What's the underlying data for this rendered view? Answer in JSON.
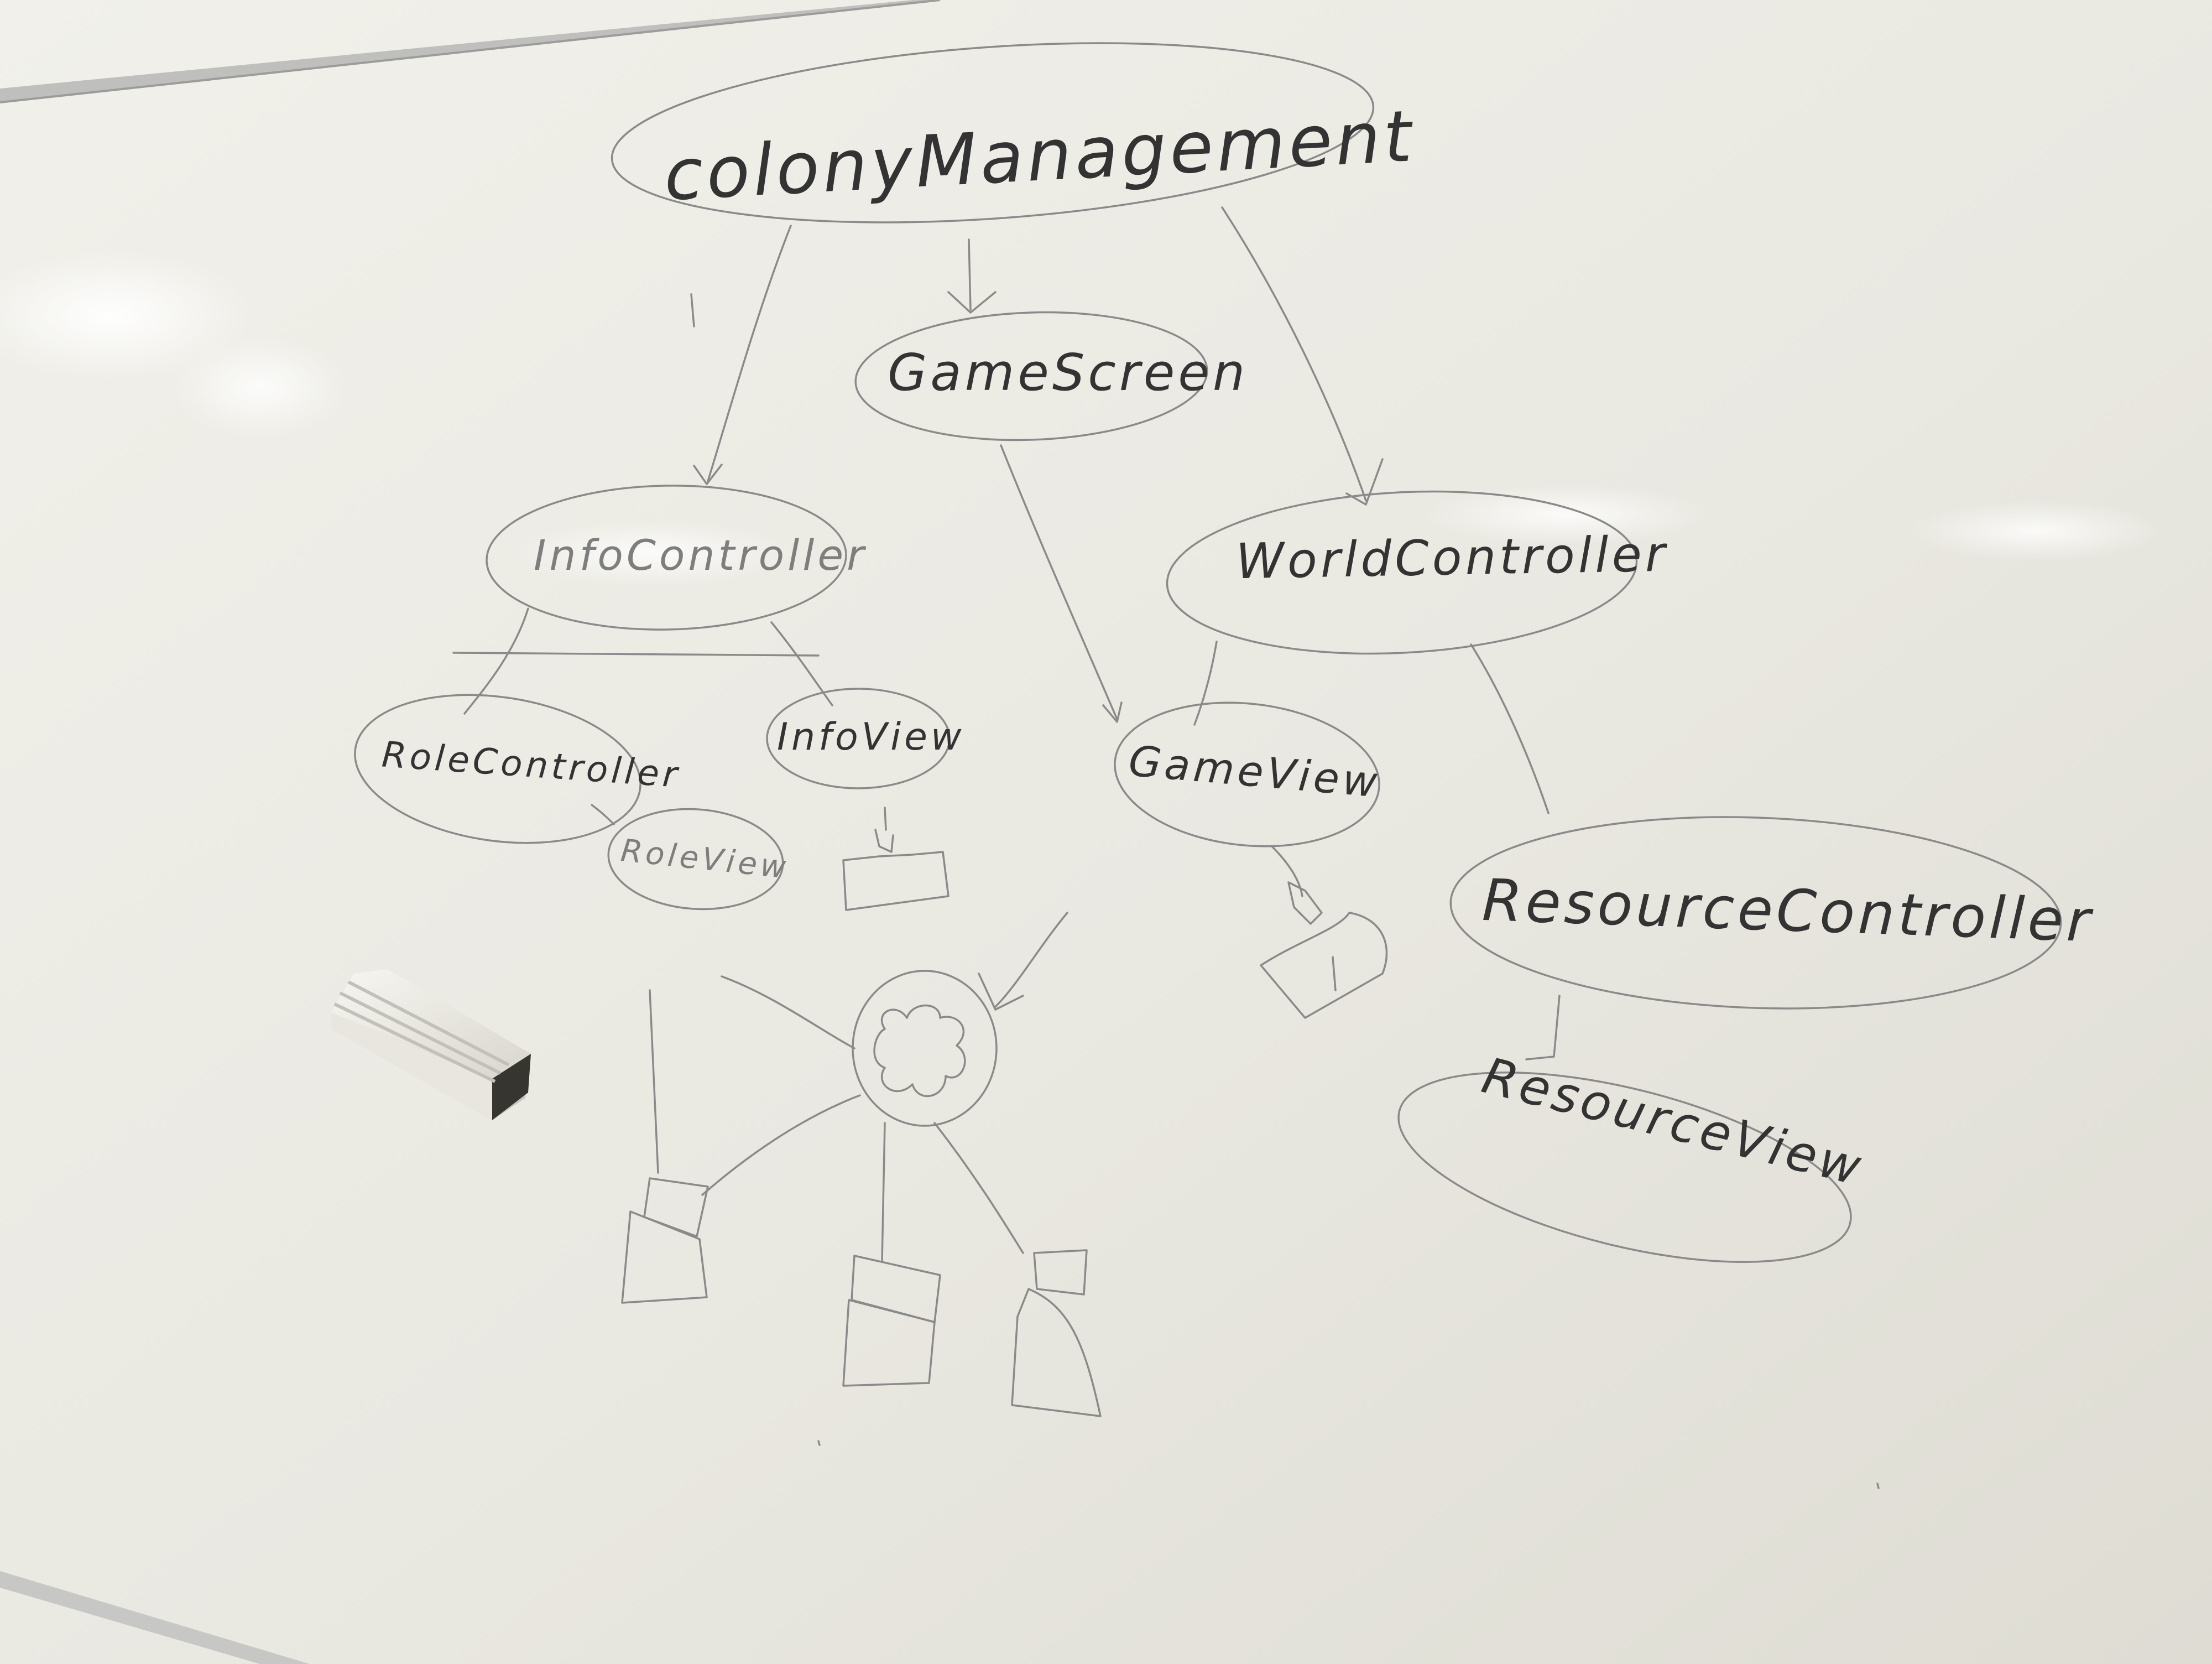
{
  "photo": {
    "subject": "whiteboard",
    "colors": {
      "board": "#ebeae3",
      "frame": "#b9bab8",
      "ink": "#3a3a3a",
      "eraser": "#efede6"
    }
  },
  "nodes": {
    "colony_management": "colonyManagement",
    "game_screen": "GameScreen",
    "info_controller": "InfoController",
    "world_controller": "WorldController",
    "role_controller": "RoleController",
    "info_view": "InfoView",
    "role_view": "RoleView",
    "game_view": "GameView",
    "resource_controller": "ResourceController",
    "resource_view": "ResourceView"
  },
  "edges": [
    [
      "colony_management",
      "info_controller"
    ],
    [
      "colony_management",
      "game_screen"
    ],
    [
      "colony_management",
      "world_controller"
    ],
    [
      "game_screen",
      "game_view"
    ],
    [
      "info_controller",
      "role_controller"
    ],
    [
      "info_controller",
      "info_view"
    ],
    [
      "role_controller",
      "role_view"
    ],
    [
      "world_controller",
      "game_view"
    ],
    [
      "world_controller",
      "resource_controller"
    ],
    [
      "resource_controller",
      "resource_view"
    ]
  ],
  "icons": [
    "book-icon",
    "puzzle-piece-icon",
    "eraser-icon"
  ]
}
